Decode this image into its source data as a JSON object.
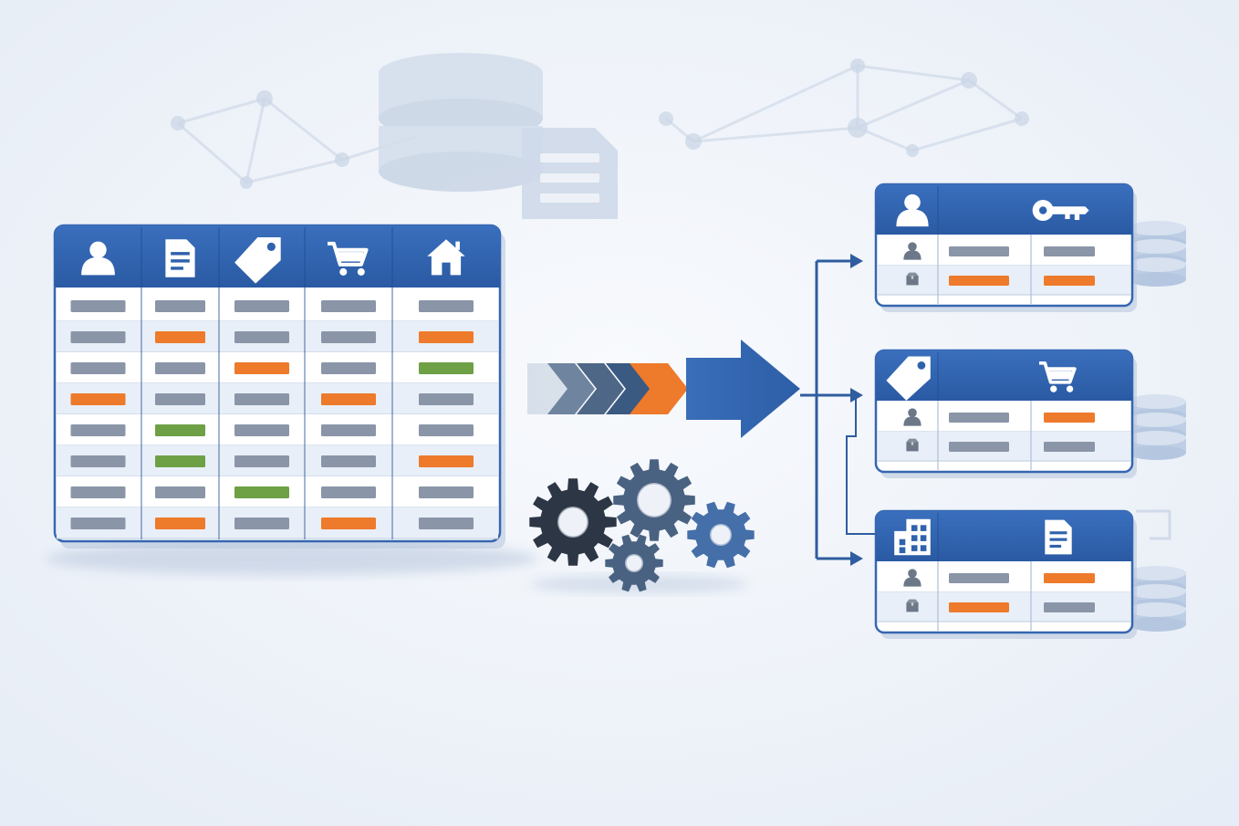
{
  "colors": {
    "background": "#eef2f8",
    "header_blue": "#2f62ad",
    "header_blue_dark": "#254f90",
    "table_border": "#3566b0",
    "row_light": "#ffffff",
    "row_alt": "#e9eff8",
    "bar_gray": "#8a95a8",
    "bar_orange": "#ee7a2b",
    "bar_green": "#6ea046",
    "gear_dark": "#2c3645",
    "gear_mid": "#4a6281",
    "gear_blue": "#456fa8",
    "faint": "#c9d5e6"
  },
  "source_table": {
    "header_icons": [
      "user-icon",
      "document-icon",
      "tag-icon",
      "cart-icon",
      "house-icon"
    ],
    "rows": [
      [
        "gray",
        "gray",
        "gray",
        "gray",
        "gray"
      ],
      [
        "gray",
        "orange",
        "gray",
        "gray",
        "orange"
      ],
      [
        "gray",
        "gray",
        "orange",
        "gray",
        "green"
      ],
      [
        "orange",
        "gray",
        "gray",
        "orange",
        "gray"
      ],
      [
        "gray",
        "green",
        "gray",
        "gray",
        "gray"
      ],
      [
        "gray",
        "green",
        "gray",
        "gray",
        "orange"
      ],
      [
        "gray",
        "gray",
        "green",
        "gray",
        "gray"
      ],
      [
        "gray",
        "orange",
        "gray",
        "orange",
        "gray"
      ]
    ]
  },
  "target_tables": [
    {
      "header_icons": [
        "user-icon",
        "key-icon"
      ],
      "row_icons": [
        "user-icon",
        "box-icon"
      ],
      "rows": [
        [
          "gray",
          "gray"
        ],
        [
          "orange",
          "orange"
        ]
      ]
    },
    {
      "header_icons": [
        "tag-icon",
        "cart-icon"
      ],
      "row_icons": [
        "user-icon",
        "box-icon"
      ],
      "rows": [
        [
          "gray",
          "orange"
        ],
        [
          "gray",
          "gray"
        ]
      ]
    },
    {
      "header_icons": [
        "building-icon",
        "document-icon"
      ],
      "row_icons": [
        "user-icon",
        "box-icon"
      ],
      "rows": [
        [
          "gray",
          "orange"
        ],
        [
          "orange",
          "gray"
        ]
      ]
    }
  ]
}
